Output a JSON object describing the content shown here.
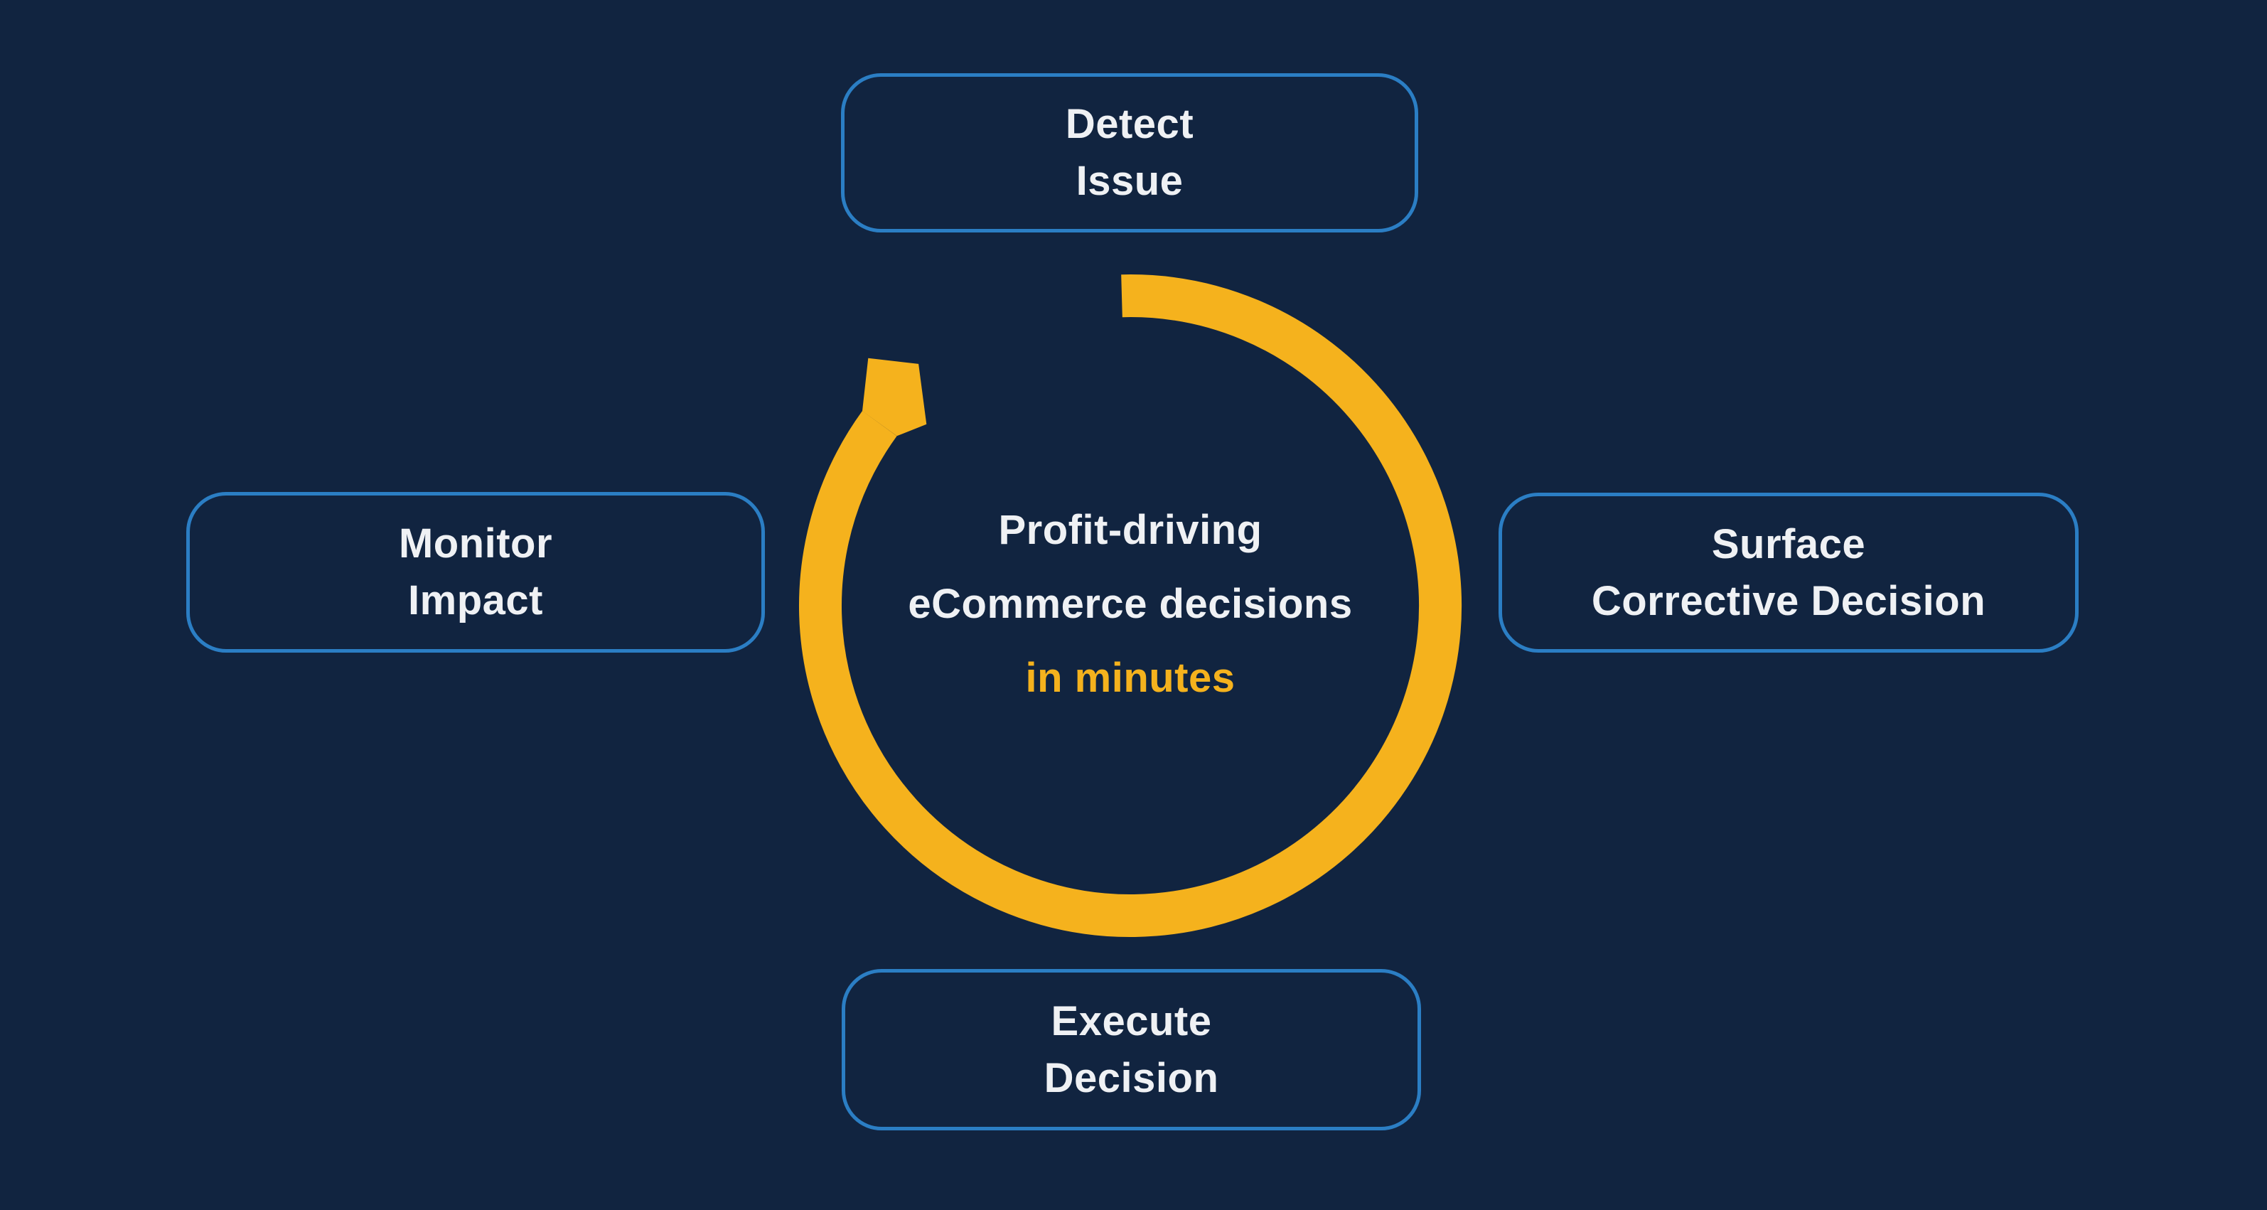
{
  "colors": {
    "background": "#112440",
    "accent": "#F5B21D",
    "node_border": "#2B7EC4",
    "label_text": "#EFF1F4"
  },
  "icons": {
    "cycle_arrow": "clockwise-circular-arrow-icon"
  },
  "center_caption": {
    "line1": "Profit-driving",
    "line2": "eCommerce decisions",
    "line3": "in minutes"
  },
  "nodes": {
    "top": {
      "line1": "Detect",
      "line2": "Issue"
    },
    "right": {
      "line1": "Surface",
      "line2": "Corrective Decision"
    },
    "bottom": {
      "line1": "Execute",
      "line2": "Decision"
    },
    "left": {
      "line1": "Monitor",
      "line2": "Impact"
    }
  }
}
